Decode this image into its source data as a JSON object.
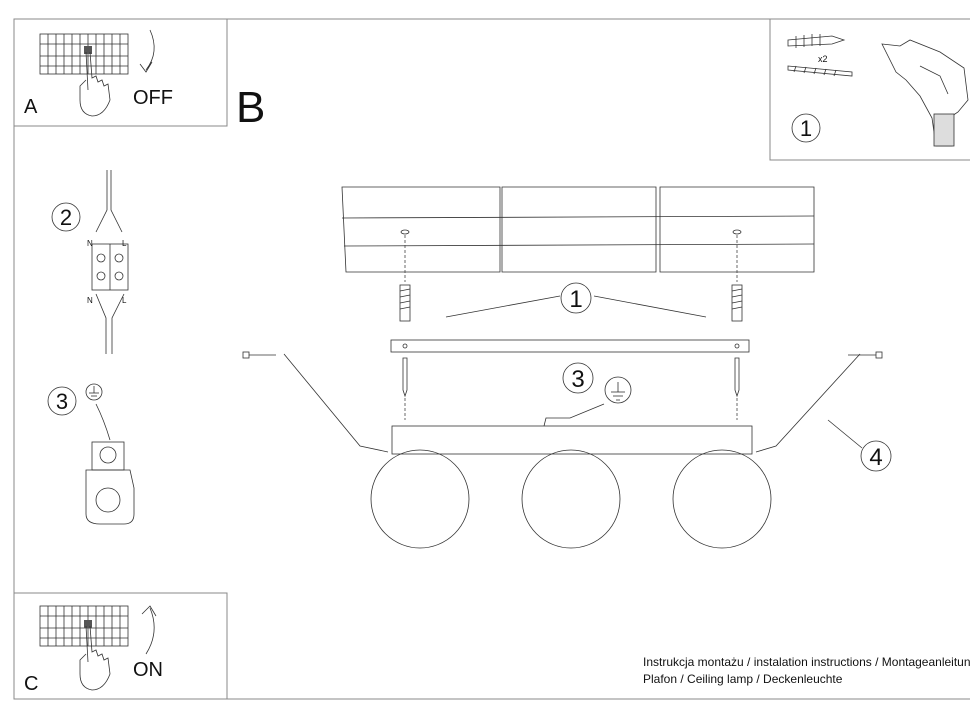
{
  "panels": {
    "a": {
      "letter": "A",
      "action": "OFF"
    },
    "b": {
      "letter": "B"
    },
    "c": {
      "letter": "C",
      "action": "ON"
    }
  },
  "tools": {
    "anchor_count": "x2",
    "step": "1"
  },
  "steps": {
    "wiring": {
      "number": "2",
      "n_top": "N",
      "l_top": "L",
      "n_bottom": "N",
      "l_bottom": "L"
    },
    "ground": {
      "number": "3"
    },
    "main_1": "1",
    "main_3": "3",
    "main_4": "4"
  },
  "footer": {
    "line1": "Instrukcja montażu / instalation instructions / Montageanleitung",
    "line2": "Plafon / Ceiling lamp / Deckenleuchte"
  }
}
